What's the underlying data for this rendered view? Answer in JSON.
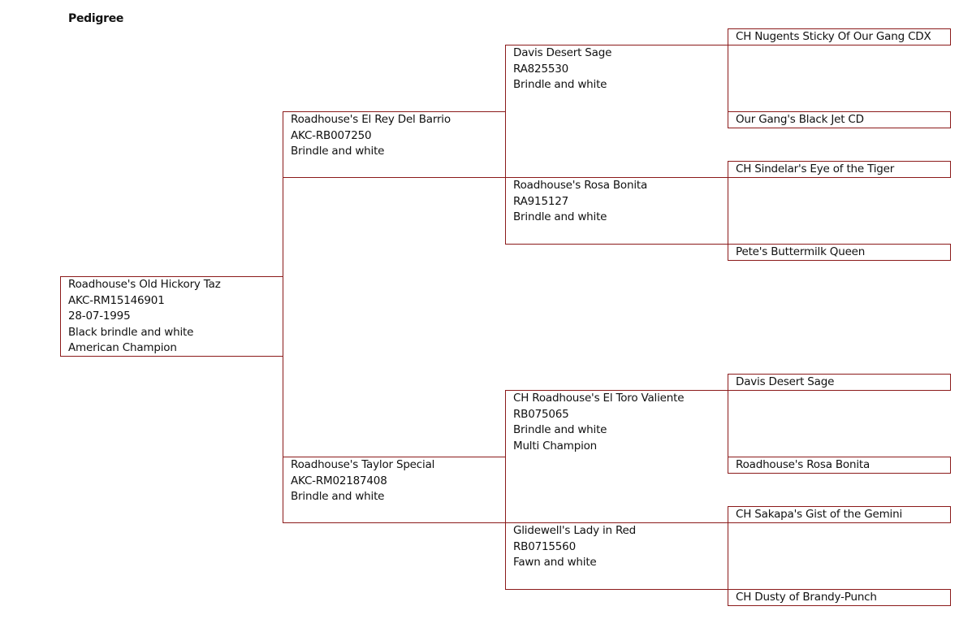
{
  "title": "Pedigree",
  "subject": {
    "name": "Roadhouse's Old Hickory Taz",
    "reg": "AKC-RM15146901",
    "dob": "28-07-1995",
    "color": "Black brindle and white",
    "title": "American Champion"
  },
  "sire": {
    "name": "Roadhouse's El Rey Del Barrio",
    "reg": "AKC-RB007250",
    "color": "Brindle and white"
  },
  "dam": {
    "name": "Roadhouse's Taylor Special",
    "reg": "AKC-RM02187408",
    "color": "Brindle and white"
  },
  "sire_sire": {
    "name": "Davis Desert Sage",
    "reg": "RA825530",
    "color": "Brindle and white"
  },
  "sire_dam": {
    "name": "Roadhouse's Rosa Bonita",
    "reg": "RA915127",
    "color": "Brindle and white"
  },
  "dam_sire": {
    "name": "CH Roadhouse's El Toro Valiente",
    "reg": "RB075065",
    "color": "Brindle and white",
    "title": "Multi Champion"
  },
  "dam_dam": {
    "name": "Glidewell's Lady in Red",
    "reg": "RB0715560",
    "color": "Fawn and white"
  },
  "great_grandparents": [
    "CH Nugents Sticky Of Our Gang CDX",
    "Our Gang's Black Jet CD",
    "CH Sindelar's Eye of the Tiger",
    "Pete's Buttermilk Queen",
    "Davis Desert Sage",
    "Roadhouse's Rosa Bonita",
    "CH Sakapa's Gist of the Gemini",
    "CH Dusty of Brandy-Punch"
  ]
}
